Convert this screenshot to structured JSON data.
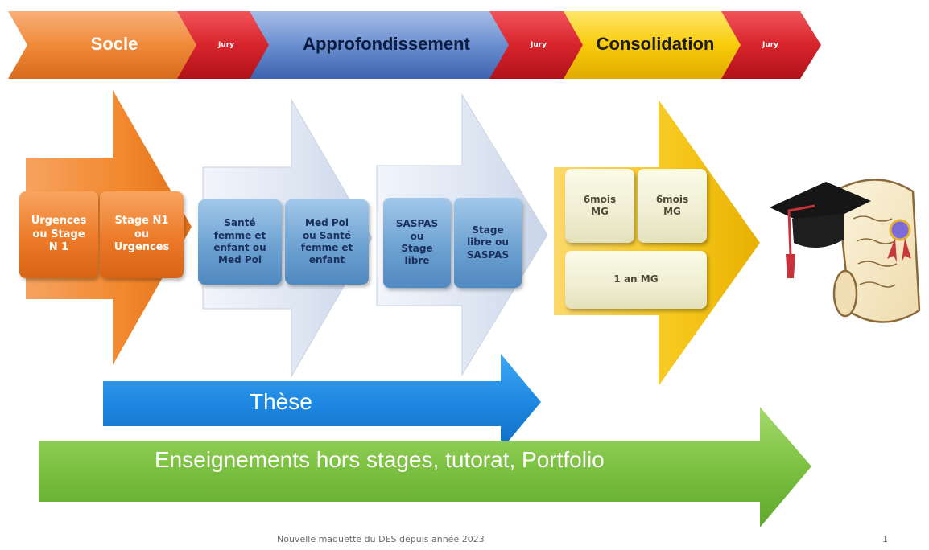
{
  "phases": [
    {
      "label": "Socle",
      "color": "#f08a3a"
    },
    {
      "label": "Approfondissement",
      "color": "#5b7fc6"
    },
    {
      "label": "Consolidation",
      "color": "#f5c400"
    }
  ],
  "jury_label": "Jury",
  "socle_boxes": [
    "Urgences\nou Stage\nN 1",
    "Stage N1\nou\nUrgences"
  ],
  "approfondissement_boxes_1": [
    "Santé\nfemme et\nenfant ou\nMed Pol",
    "Med Pol\nou Santé\nfemme et\nenfant"
  ],
  "approfondissement_boxes_2": [
    "SASPAS\nou\nStage\nlibre",
    "Stage\nlibre ou\nSASPAS"
  ],
  "consolidation_boxes": [
    "6mois\nMG",
    "6mois\nMG",
    "1 an MG"
  ],
  "these_label": "Thèse",
  "enseignements_label": "Enseignements hors stages, tutorat, Portfolio",
  "footer": {
    "caption": "Nouvelle maquette du DES depuis année 2023",
    "page_number": "1"
  },
  "colors": {
    "jury_red": "#d8242c",
    "these_blue": "#1e88e2",
    "enseignements_green": "#7cc142",
    "consolidation_yellow": "#f6c81c"
  }
}
